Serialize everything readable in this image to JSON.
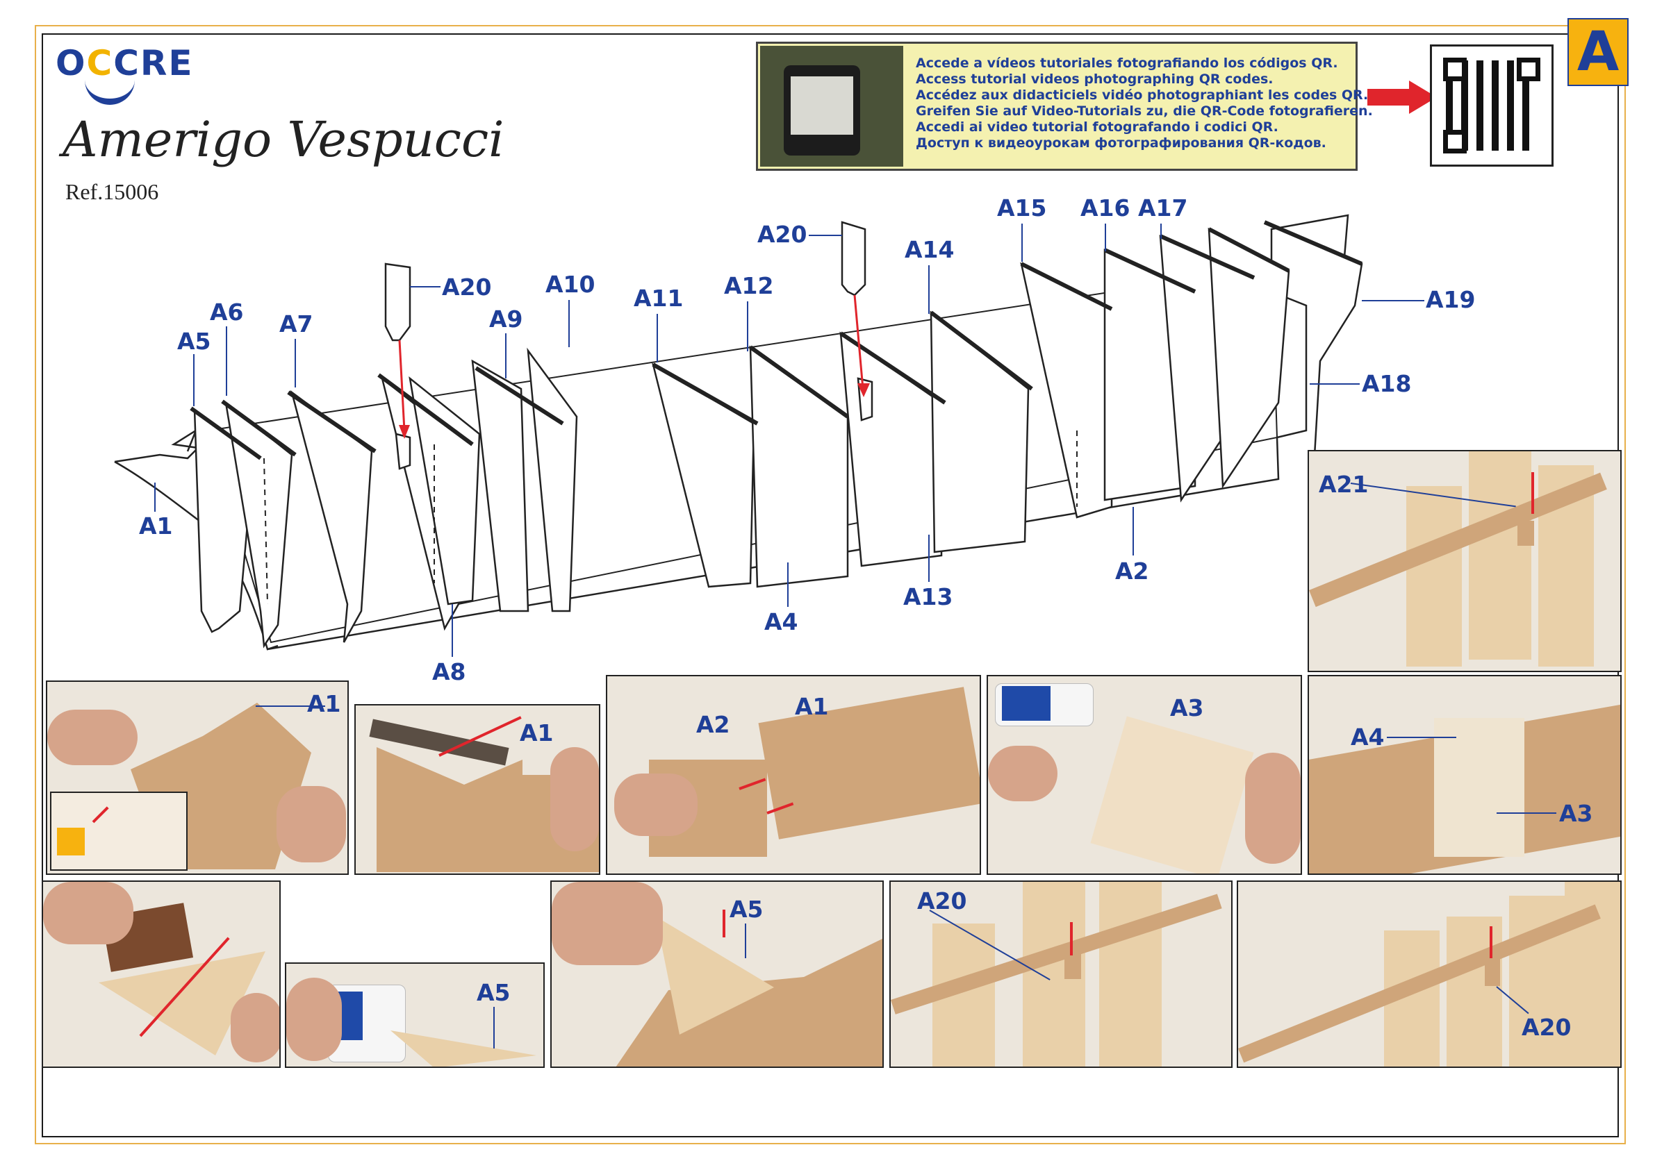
{
  "brand": {
    "logo_part1": "O",
    "logo_c": "C",
    "logo_part2": "CRE"
  },
  "ship": {
    "name": "Amerigo Vespucci",
    "reference": "Ref.15006"
  },
  "qr_banner": {
    "lines": [
      "Accede a vídeos tutoriales fotografiando los códigos QR.",
      "Access tutorial videos photographing QR codes.",
      "Accédez aux didacticiels vidéo photographiant les codes QR.",
      "Greifen Sie auf Video-Tutorials zu, die QR-Code fotografieren.",
      "Accedi ai video tutorial fotografando i codici QR.",
      "Доступ к видеоурокам фотографирования QR-кодов."
    ]
  },
  "sheet_letter": "A",
  "diagram_labels": {
    "a1": "A1",
    "a2": "A2",
    "a4": "A4",
    "a5": "A5",
    "a6": "A6",
    "a7": "A7",
    "a8": "A8",
    "a9": "A9",
    "a10": "A10",
    "a11": "A11",
    "a12": "A12",
    "a13": "A13",
    "a14": "A14",
    "a15": "A15",
    "a16": "A16",
    "a17": "A17",
    "a18": "A18",
    "a19": "A19",
    "a20_left": "A20",
    "a20_right": "A20"
  },
  "photo_labels": {
    "p1_a21": "A21",
    "p2_a1": "A1",
    "p3_a1": "A1",
    "p4_a2": "A2",
    "p4_a1": "A1",
    "p5_a3": "A3",
    "p6_a4": "A4",
    "p6_a3": "A3",
    "p8_a5": "A5",
    "p9_a5": "A5",
    "p10_a20": "A20",
    "p11_a20": "A20"
  },
  "colors": {
    "brand_blue": "#1f3f98",
    "accent_yellow": "#f7b20f",
    "frame_orange": "#e8b04a",
    "arrow_red": "#e0252c",
    "mdf": "#cfa57a",
    "plywood": "#e9d0a9"
  }
}
